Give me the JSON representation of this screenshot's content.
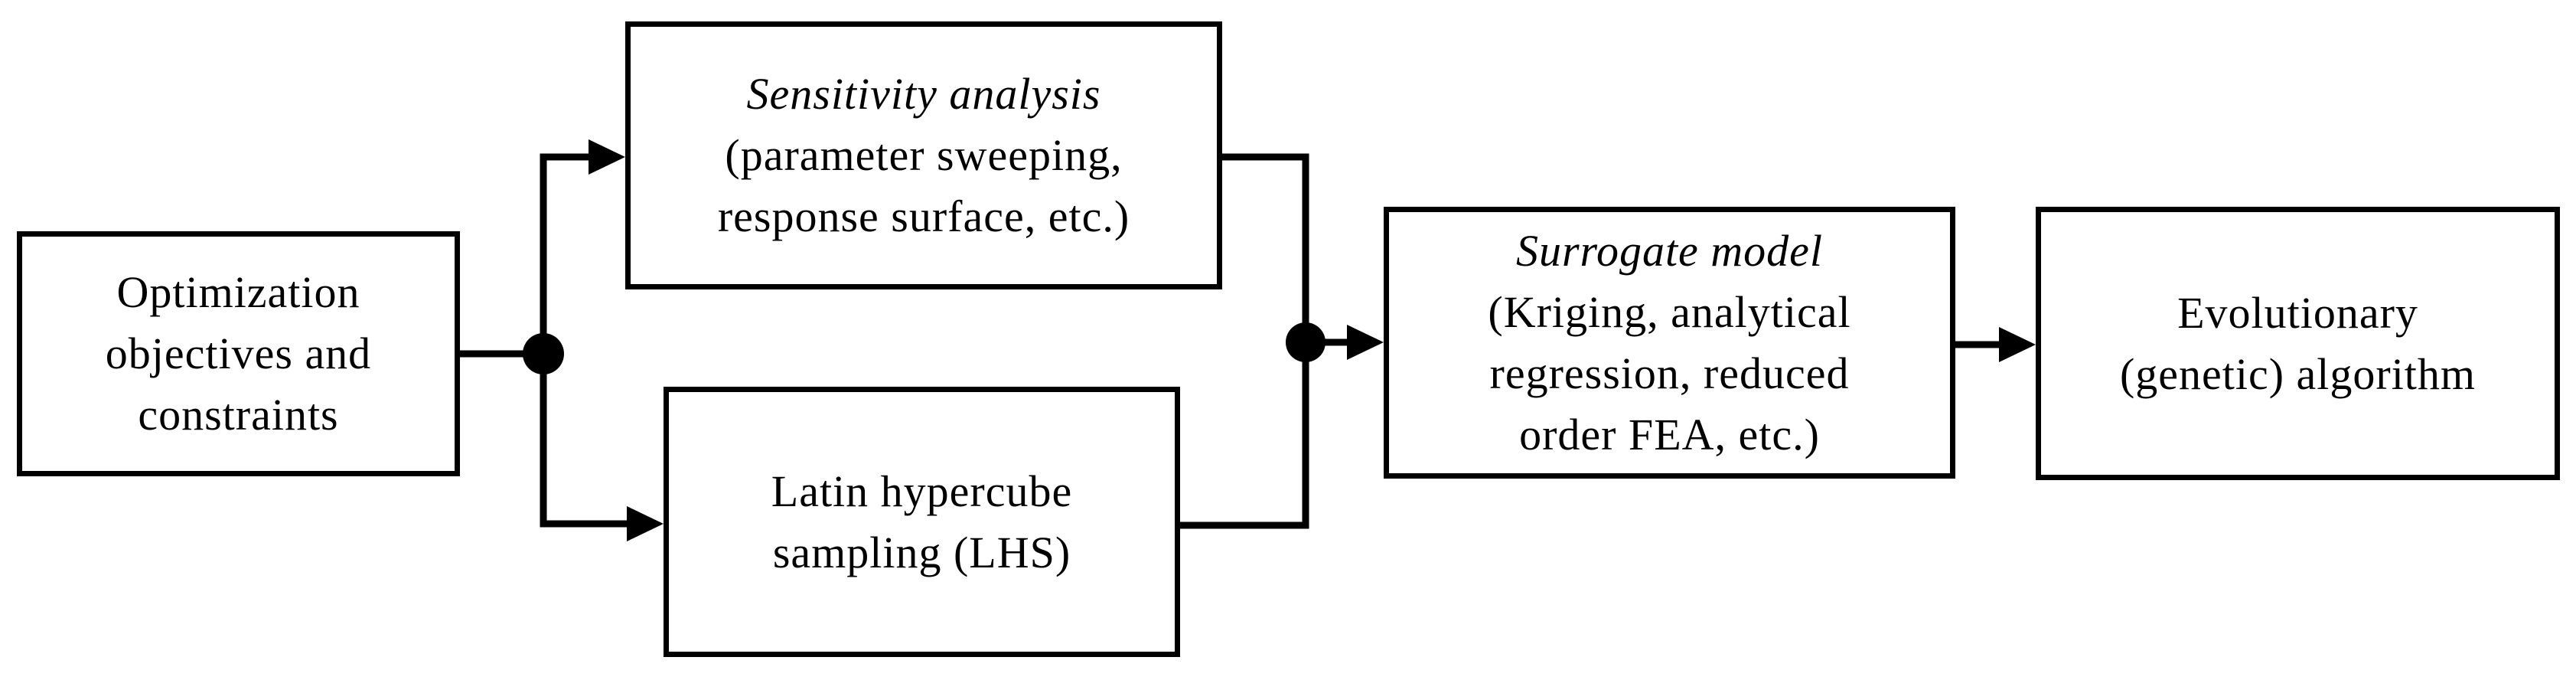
{
  "diagram": {
    "background_color": "#ffffff",
    "line_color": "#000000",
    "box_fill_color": "#ffffff",
    "boxes": {
      "optimization": {
        "lines": [
          "Optimization",
          "objectives and",
          "constraints"
        ]
      },
      "sensitivity": {
        "title": "Sensitivity analysis",
        "lines": [
          "(parameter sweeping,",
          "response surface, etc.)"
        ]
      },
      "lhs": {
        "lines": [
          "Latin hypercube",
          "sampling (LHS)"
        ]
      },
      "surrogate": {
        "title": "Surrogate model",
        "lines": [
          "(Kriging, analytical",
          "regression, reduced",
          "order FEA, etc.)"
        ]
      },
      "evolutionary": {
        "lines": [
          "Evolutionary",
          "(genetic) algorithm"
        ]
      }
    },
    "connectors": [
      {
        "name": "optimization-to-split-junction",
        "arrow": false
      },
      {
        "name": "split-to-sensitivity",
        "arrow": true
      },
      {
        "name": "split-to-lhs",
        "arrow": true
      },
      {
        "name": "sensitivity-to-merge-junction",
        "arrow": false
      },
      {
        "name": "lhs-to-merge-junction",
        "arrow": false
      },
      {
        "name": "merge-to-surrogate",
        "arrow": true
      },
      {
        "name": "surrogate-to-evolutionary",
        "arrow": true
      }
    ]
  }
}
